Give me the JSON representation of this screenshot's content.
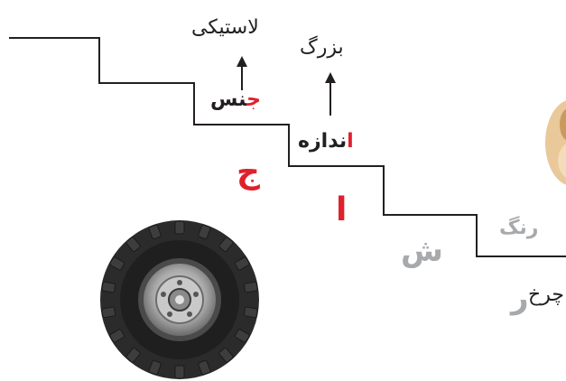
{
  "words": {
    "rubber": "لاستیکی",
    "big": "بزرگ",
    "gender_prefix": "ج",
    "gender_rest": "نس",
    "size_prefix": "ا",
    "size_rest": "ندازه",
    "color": "رنگ",
    "wheel": "چرخ"
  },
  "letters": {
    "jim": "ج",
    "alef": "ا",
    "shin": "ش",
    "re": "ر"
  },
  "colors": {
    "highlight": "#e0202b",
    "faded": "#a7a9ac",
    "text": "#231f20"
  }
}
